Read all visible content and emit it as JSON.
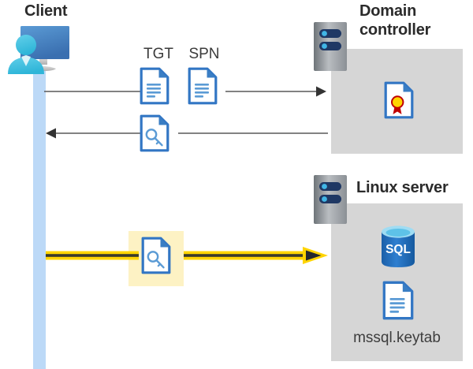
{
  "diagram": {
    "type": "kerberos-authentication-flow",
    "background": "#ffffff",
    "colors": {
      "panel_gray": "#d6d6d6",
      "lifeline_blue": "#bcd9f7",
      "doc_blue": "#3276c4",
      "accent_yellow": "#ffd400",
      "highlight_yellow": "#fdf2c4",
      "arrow_gray": "#595959",
      "text_dark": "#2b2b2b",
      "sql_blue": "#0f6cbd"
    }
  },
  "client": {
    "title": "Client",
    "icon": "user-with-monitor-icon",
    "lifeline": "client-lifeline"
  },
  "domain_controller": {
    "title_line1": "Domain",
    "title_line2": "controller",
    "server_icon": "server-rack-icon",
    "content_icon": "certificate-document-icon"
  },
  "linux_server": {
    "title": "Linux server",
    "server_icon": "server-rack-icon",
    "database_icon": "sql-database-icon",
    "database_label": "SQL",
    "file_icon": "text-document-icon",
    "file_label": "mssql.keytab"
  },
  "messages": [
    {
      "id": "request",
      "direction": "right",
      "labels": [
        "TGT",
        "SPN"
      ],
      "icons": [
        "text-document-icon",
        "text-document-icon"
      ],
      "arrow_color": "#595959"
    },
    {
      "id": "response",
      "direction": "left",
      "labels": [],
      "icons": [
        "key-document-icon"
      ],
      "arrow_color": "#595959"
    },
    {
      "id": "keytab-auth",
      "direction": "right",
      "labels": [],
      "icons": [
        "key-document-icon"
      ],
      "arrow_color": "#ffd400",
      "highlighted": true
    }
  ]
}
